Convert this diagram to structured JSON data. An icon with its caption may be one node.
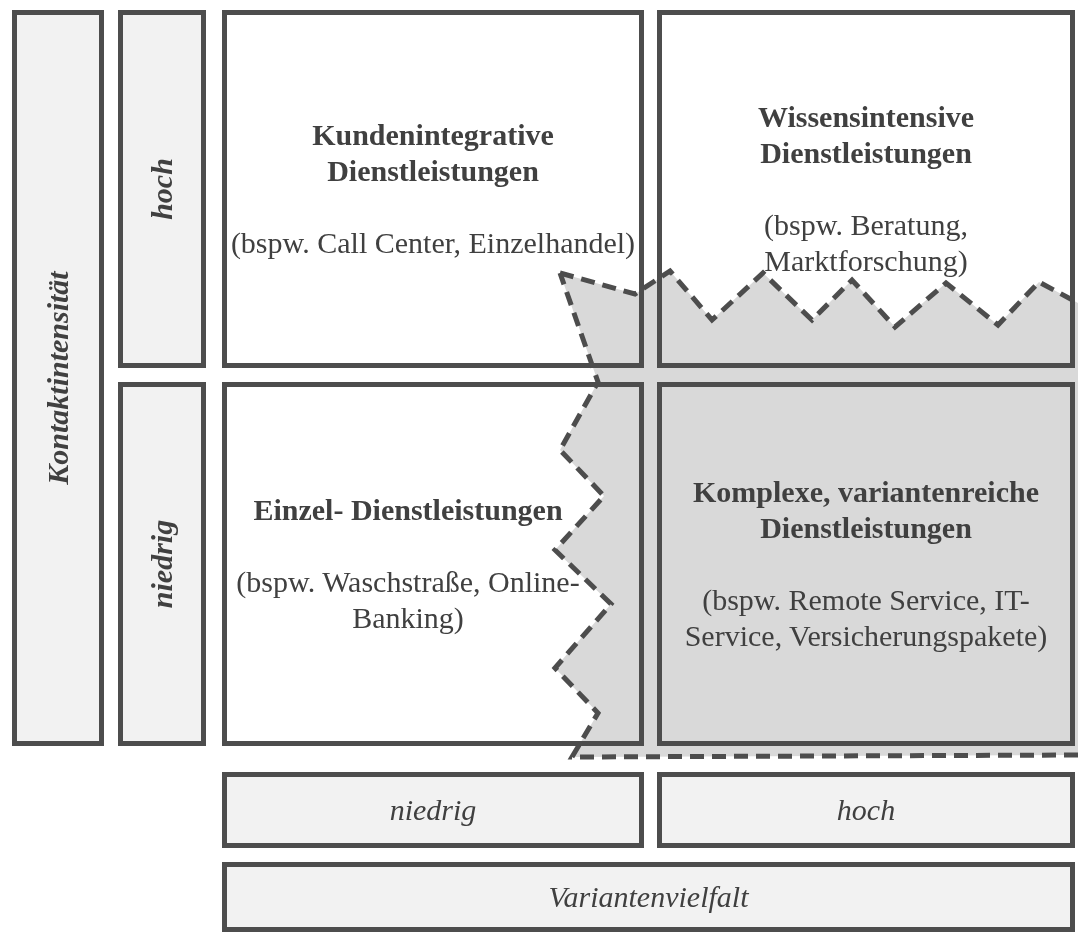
{
  "diagram": {
    "nodes": [
      {
        "text": [
          "Kontaktintensität"
        ]
      },
      {
        "text": [
          "hoch"
        ]
      },
      {
        "text": [
          "Kundenintegrative Dienstleistungen",
          "(bspw. Call Center, Einzelhandel)"
        ]
      },
      {
        "text": [
          "Wissensintensive Dienstleistungen",
          "(bspw. Beratung, Marktforschung)"
        ]
      },
      {
        "text": [
          "niedrig"
        ]
      },
      {
        "text": [
          "Einzel- Dienstleistungen",
          "(bspw. Waschstraße, Online-Banking)"
        ]
      },
      {
        "text": [
          "Komplexe, variantenreiche Dienstleistungen",
          "(bspw. Remote Service, IT-Service, Versicherungspakete)"
        ]
      },
      {
        "text": [
          "niedrig"
        ]
      },
      {
        "text": [
          "hoch"
        ]
      },
      {
        "text": [
          "Variantenvielfalt"
        ]
      }
    ]
  }
}
